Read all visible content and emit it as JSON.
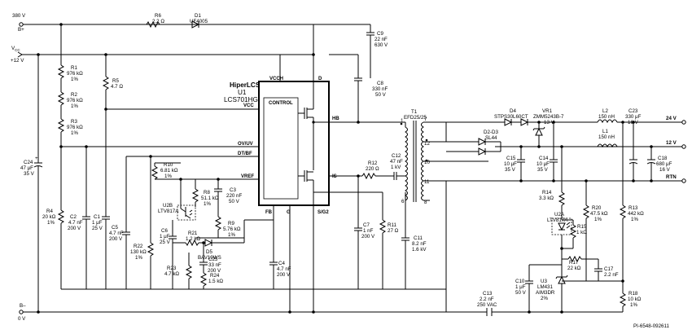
{
  "rails": {
    "top_voltage": "380 V",
    "top_name": "B+",
    "bottom_name": "B–",
    "bottom_voltage": "0 V",
    "vcc_name": "V",
    "vcc_sub": "CC",
    "vcc_voltage": "+12 V"
  },
  "ic": {
    "title": "HiperLCS",
    "ref": "U1",
    "part": "LCS701HG",
    "control_label": "CONTROL",
    "pins": {
      "vcch": "VCCH",
      "d": "D",
      "vcc": "VCC",
      "hb": "HB",
      "ovuv": "OV/UV",
      "dtbf": "DT/BF",
      "vref": "VREF",
      "is": "IS",
      "fb": "FB",
      "g": "G",
      "sg": "S/G2"
    }
  },
  "components": {
    "R6": [
      "R6",
      "2.2 Ω"
    ],
    "D1": [
      "D1",
      "UF4005"
    ],
    "C9": [
      "C9",
      "22 nF",
      "630 V"
    ],
    "C8": [
      "C8",
      "330 nF",
      "50 V"
    ],
    "R1": [
      "R1",
      "976 kΩ",
      "1%"
    ],
    "R2": [
      "R2",
      "976 kΩ",
      "1%"
    ],
    "R3": [
      "R3",
      "976 kΩ",
      "1%"
    ],
    "R5": [
      "R5",
      "4.7 Ω"
    ],
    "C24": [
      "C24",
      "47 μF",
      "35 V"
    ],
    "R4": [
      "R4",
      "20 kΩ",
      "1%"
    ],
    "C2": [
      "C2",
      "4.7 nF",
      "200 V"
    ],
    "C1": [
      "C1",
      "1 μF",
      "25 V"
    ],
    "C5": [
      "C5",
      "4.7 nF",
      "200 V"
    ],
    "R22": [
      "R22",
      "130 kΩ",
      "1%"
    ],
    "R10": [
      "R10",
      "6.81 kΩ",
      "1%"
    ],
    "U2B": [
      "U2B",
      "LTV817A"
    ],
    "R8": [
      "R8",
      "51.1 kΩ",
      "1%"
    ],
    "C3": [
      "C3",
      "220 nF",
      "50 V"
    ],
    "C6": [
      "C6",
      "1 μF",
      "25 V"
    ],
    "R9": [
      "R9",
      "5.76 kΩ",
      "1%"
    ],
    "R21": [
      "R21",
      "1.2 kΩ"
    ],
    "D5": [
      "D5",
      "BAV19WS"
    ],
    "C25": [
      "C25",
      "33 nF",
      "200 V"
    ],
    "R23": [
      "R23",
      "4.7 kΩ"
    ],
    "R24": [
      "R24",
      "1.5 kΩ"
    ],
    "C4": [
      "C4",
      "4.7 nF",
      "200 V"
    ],
    "R12": [
      "R12",
      "220 Ω"
    ],
    "C12": [
      "C12",
      "47 nF",
      "1 kV"
    ],
    "C7": [
      "C7",
      "1 nF",
      "200 V"
    ],
    "R11": [
      "R11",
      "27 Ω"
    ],
    "C11": [
      "C11",
      "8.2 nF",
      "1.6 kV"
    ],
    "T1": [
      "T1",
      "EFD25/25"
    ],
    "D2D3": [
      "D2-D3",
      "SL44"
    ],
    "D4": [
      "D4",
      "STPS30L60CT"
    ],
    "VR1": [
      "VR1",
      "ZMM5243B-7",
      "13 V"
    ],
    "L2": [
      "L2",
      "150 nH"
    ],
    "L1": [
      "L1",
      "150 nH"
    ],
    "C23": [
      "C23",
      "330 μF",
      "16 V"
    ],
    "C15": [
      "C15",
      "10 μF",
      "35 V"
    ],
    "C14": [
      "C14",
      "10 μF",
      "35 V"
    ],
    "C18": [
      "C18",
      "680 μF",
      "16 V"
    ],
    "R14": [
      "R14",
      "3.3 kΩ"
    ],
    "R20": [
      "R20",
      "47.5 kΩ",
      "1%"
    ],
    "R13": [
      "R13",
      "442 kΩ",
      "1%"
    ],
    "U2A": [
      "U2A",
      "LTV817A"
    ],
    "R15": [
      "R15",
      "1 kΩ"
    ],
    "R17": [
      "R17",
      "22 kΩ"
    ],
    "C17": [
      "C17",
      "2.2 nF"
    ],
    "C10": [
      "C10",
      "1 μF",
      "50 V"
    ],
    "U3": [
      "U3",
      "LM431",
      "AIM3DR",
      "2%"
    ],
    "R18": [
      "R18",
      "10 kΩ",
      "1%"
    ],
    "C13": [
      "C13",
      "2.2 nF",
      "250 VAC"
    ]
  },
  "transformer_pins": [
    "1",
    "7",
    "12",
    "10",
    "11",
    "6",
    "8"
  ],
  "outputs": {
    "v24": "24 V",
    "v12": "12 V",
    "rtn": "RTN"
  },
  "footer_code": "PI-6548-092611"
}
